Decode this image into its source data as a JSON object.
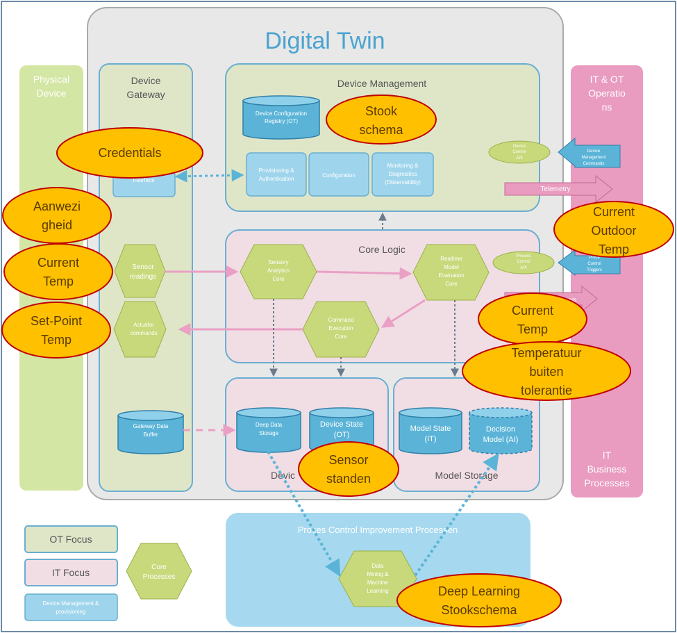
{
  "title": "Digital Twin",
  "columns": {
    "physical_device": [
      "Physical",
      "Device"
    ],
    "device_gateway": [
      "Device",
      "Gateway"
    ],
    "it_ot_operations": [
      "IT & OT",
      "Operatio",
      "ns"
    ],
    "it_business": [
      "IT",
      "Business",
      "Processes"
    ]
  },
  "panels": {
    "device_management": "Device Management",
    "core_logic": "Core Logic",
    "device_storage": "Devic",
    "model_storage": "Model Storage",
    "process_improvement": "Proces Control Improvement Processen"
  },
  "device_management": {
    "registry": [
      "Device Configuration",
      "Registry (OT)"
    ],
    "provisioning": [
      "Provisioning  &",
      "Authentication"
    ],
    "configuration": "Configuration",
    "monitoring": [
      "Monitoring  &",
      "Diagnostics",
      "(Observability)"
    ],
    "interface": "Interface"
  },
  "core_logic": {
    "sensory": [
      "Sensory",
      "Analytics",
      "Core"
    ],
    "realtime": [
      "Realtime",
      "Model",
      "Evaluation",
      "Core"
    ],
    "command": [
      "Command",
      "Execution",
      "Core"
    ]
  },
  "gateway": {
    "sensor_readings": [
      "Sensor",
      "readings"
    ],
    "actuator_commands": [
      "Actuator",
      "commands"
    ],
    "buffer": [
      "Gateway  Data",
      "Buffer"
    ]
  },
  "storage": {
    "deep_data": [
      "Deep Data",
      "Storage"
    ],
    "device_state": [
      "Device State",
      "(OT)"
    ],
    "model_state": [
      "Model State",
      "(IT)"
    ],
    "decision_model": [
      "Decision",
      "Model (AI)"
    ]
  },
  "operations": {
    "device_control_api": [
      "Device",
      "Control",
      "API"
    ],
    "device_mgmt_commands": [
      "Device",
      "Management",
      "Commands"
    ],
    "telemetry": "Telemetry",
    "process_control_api": [
      "Process",
      "Control",
      "API"
    ],
    "process_control_triggers": [
      "Proce",
      "Control",
      "Triggers"
    ],
    "events_fragment": "nts"
  },
  "data_mining": [
    "Data",
    "Mining  &",
    "Machine",
    "Learning"
  ],
  "legend": {
    "ot_focus": "OT Focus",
    "it_focus": "IT Focus",
    "device_mgmt": [
      "Device  Management  &",
      "provisioning"
    ],
    "core_processes": [
      "Core",
      "Processes"
    ]
  },
  "callouts": {
    "stook_schema": [
      "Stook",
      "schema"
    ],
    "credentials": [
      "Credentials"
    ],
    "aanwezigheid": [
      "Aanwezi",
      "gheid"
    ],
    "current_temp_left": [
      "Current",
      "Temp"
    ],
    "set_point_temp": [
      "Set-Point",
      "Temp"
    ],
    "current_outdoor_temp": [
      "Current",
      "Outdoor",
      "Temp"
    ],
    "current_temp_right": [
      "Current",
      "Temp"
    ],
    "temp_buiten_tolerantie": [
      "Temperatuur",
      "buiten",
      "tolerantie"
    ],
    "sensor_standen": [
      "Sensor",
      "standen"
    ],
    "deep_learning": [
      "Deep Learning",
      "Stookschema"
    ]
  },
  "colors": {
    "ot_green": "#dfe6c8",
    "it_pink": "#f1dde4",
    "blue_box": "#9fd5ec",
    "hex_green": "#c7d97a",
    "cylinder_blue": "#5bb4d8",
    "pink_arrow": "#e9a0c4",
    "physical_green": "#d3e6a3",
    "ops_pink": "#e99bc0",
    "callout_orange": "#ffc000",
    "callout_outline": "#c00000"
  }
}
